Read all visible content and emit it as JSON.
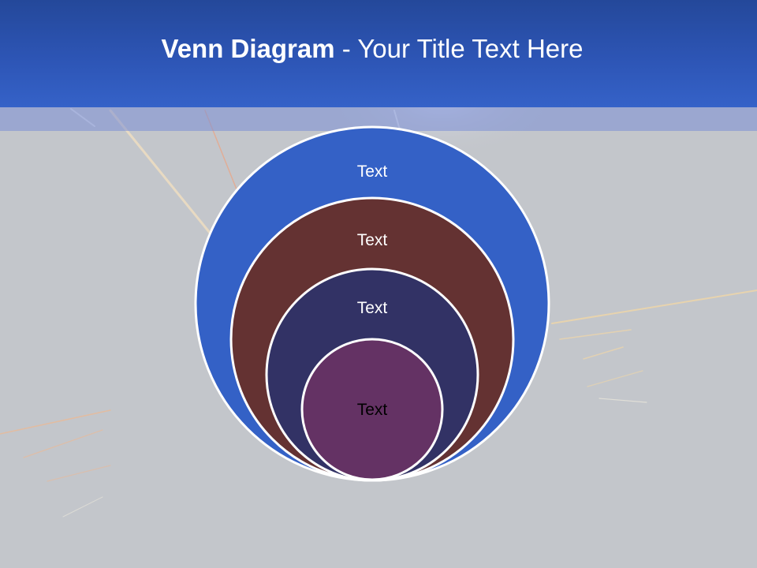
{
  "slide": {
    "title_bold": "Venn Diagram",
    "title_separator": " - ",
    "title_rest": "Your Title Text Here"
  },
  "venn": {
    "circles": [
      {
        "label": "Text",
        "fill": "#3461c6",
        "text_color": "#ffffff"
      },
      {
        "label": "Text",
        "fill": "#643232",
        "text_color": "#ffffff"
      },
      {
        "label": "Text",
        "fill": "#323265",
        "text_color": "#ffffff"
      },
      {
        "label": "Text",
        "fill": "#643264",
        "text_color": "#000000"
      }
    ],
    "outline_color": "#ffffff"
  },
  "colors": {
    "header_blue": "#2d55b5",
    "background_gray": "#c3c6cb"
  }
}
